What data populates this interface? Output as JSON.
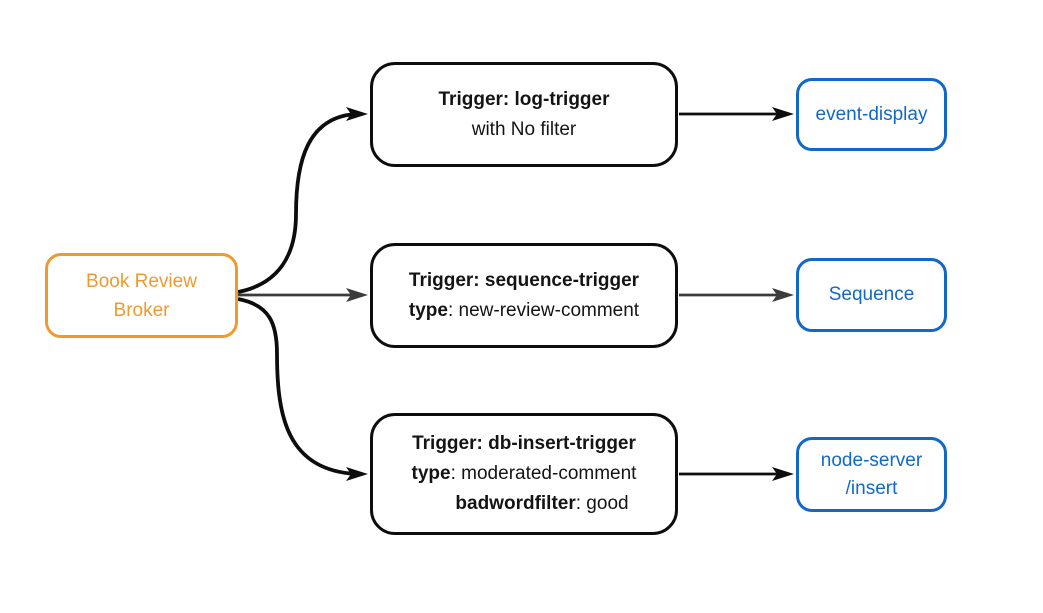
{
  "colors": {
    "bg": "#ffffff",
    "orange": "#F09A2E",
    "blue": "#1168C9",
    "black": "#0D0D0D",
    "gray": "#3B3B3B",
    "text": "#141414"
  },
  "nodes": {
    "broker": {
      "name": "Book Review Broker",
      "line1": "Book Review",
      "line2": "Broker"
    },
    "triggers": [
      {
        "name": "log-trigger",
        "lines": [
          {
            "bold": "Trigger: log-trigger",
            "plain": ""
          },
          {
            "bold": "",
            "plain": "with No filter"
          }
        ]
      },
      {
        "name": "sequence-trigger",
        "lines": [
          {
            "bold": "Trigger: sequence-trigger",
            "plain": ""
          },
          {
            "bold": "type",
            "plain": ": new-review-comment"
          }
        ]
      },
      {
        "name": "db-insert-trigger",
        "lines": [
          {
            "bold": "Trigger: db-insert-trigger",
            "plain": ""
          },
          {
            "bold": "type",
            "plain": ": moderated-comment"
          },
          {
            "bold": "badwordfilter",
            "plain": ": good"
          }
        ]
      }
    ],
    "sinks": [
      {
        "label": "event-display"
      },
      {
        "label": "Sequence"
      },
      {
        "line1": "node-server",
        "line2": "/insert"
      }
    ]
  },
  "edges": [
    {
      "from": "Book Review Broker",
      "to": "log-trigger",
      "color": "#0D0D0D"
    },
    {
      "from": "Book Review Broker",
      "to": "sequence-trigger",
      "color": "#3B3B3B"
    },
    {
      "from": "Book Review Broker",
      "to": "db-insert-trigger",
      "color": "#0D0D0D"
    },
    {
      "from": "log-trigger",
      "to": "event-display",
      "color": "#0D0D0D"
    },
    {
      "from": "sequence-trigger",
      "to": "Sequence",
      "color": "#3B3B3B"
    },
    {
      "from": "db-insert-trigger",
      "to": "node-server /insert",
      "color": "#0D0D0D"
    }
  ]
}
